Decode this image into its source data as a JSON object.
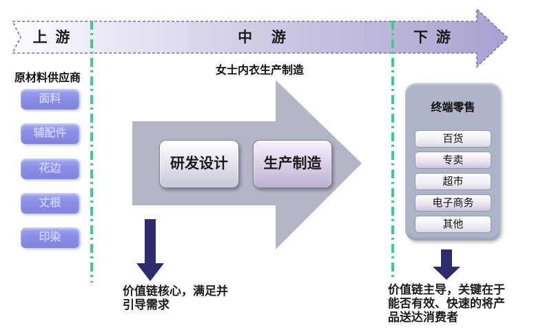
{
  "banner": {
    "segments": [
      {
        "label": "上 游"
      },
      {
        "label": "中 游"
      },
      {
        "label": "下 游"
      }
    ]
  },
  "upstream": {
    "header": "原材料供应商",
    "items": [
      "面料",
      "辅配件",
      "花边",
      "丈根",
      "印染"
    ]
  },
  "midstream": {
    "title": "女士内衣生产制造",
    "stages": [
      "研发设计",
      "生产制造"
    ],
    "note_lines": [
      "价值链核心，满足并",
      "引导需求"
    ]
  },
  "downstream": {
    "panel_title": "终端零售",
    "channels": [
      "百货",
      "专卖",
      "超市",
      "电子商务",
      "其他"
    ],
    "note_lines": [
      "价值链主导，关键在于",
      "能否有效、快速的将产",
      "品送达消费者"
    ]
  },
  "colors": {
    "banner_fill_start": "#fcfcfe",
    "banner_fill_end": "#a9a1d0",
    "banner_border": "#6b76a6",
    "divider_green": "#3fca8e",
    "upstream_button": "#8a8ee4",
    "process_arrow_gray": "#b4b6c6",
    "down_arrow_navy": "#2d2b6b",
    "retail_panel": "#b0b4c9"
  }
}
